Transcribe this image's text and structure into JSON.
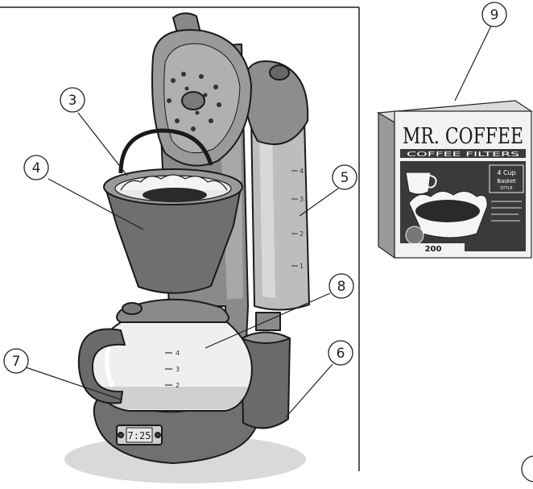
{
  "callouts": [
    {
      "id": "3",
      "label": "3"
    },
    {
      "id": "4",
      "label": "4"
    },
    {
      "id": "5",
      "label": "5"
    },
    {
      "id": "6",
      "label": "6"
    },
    {
      "id": "7",
      "label": "7"
    },
    {
      "id": "8",
      "label": "8"
    },
    {
      "id": "9",
      "label": "9"
    }
  ],
  "carafe_marks": [
    "4",
    "3",
    "2"
  ],
  "reservoir_marks": [
    "4",
    "3",
    "2",
    "1"
  ],
  "clock_display": "7:25",
  "filter_box": {
    "brand": "MR. COFFEE",
    "subtitle": "COFFEE FILTERS",
    "panel_line1": "4 Cup",
    "panel_line2": "Basket",
    "panel_line3": "STYLE",
    "count_text": "200"
  },
  "colors": {
    "line": "#1a1a1a",
    "mid_gray": "#7a7a7a",
    "light_gray": "#b5b5b5",
    "dark_gray": "#555555",
    "box_dark": "#3a3a3a"
  }
}
